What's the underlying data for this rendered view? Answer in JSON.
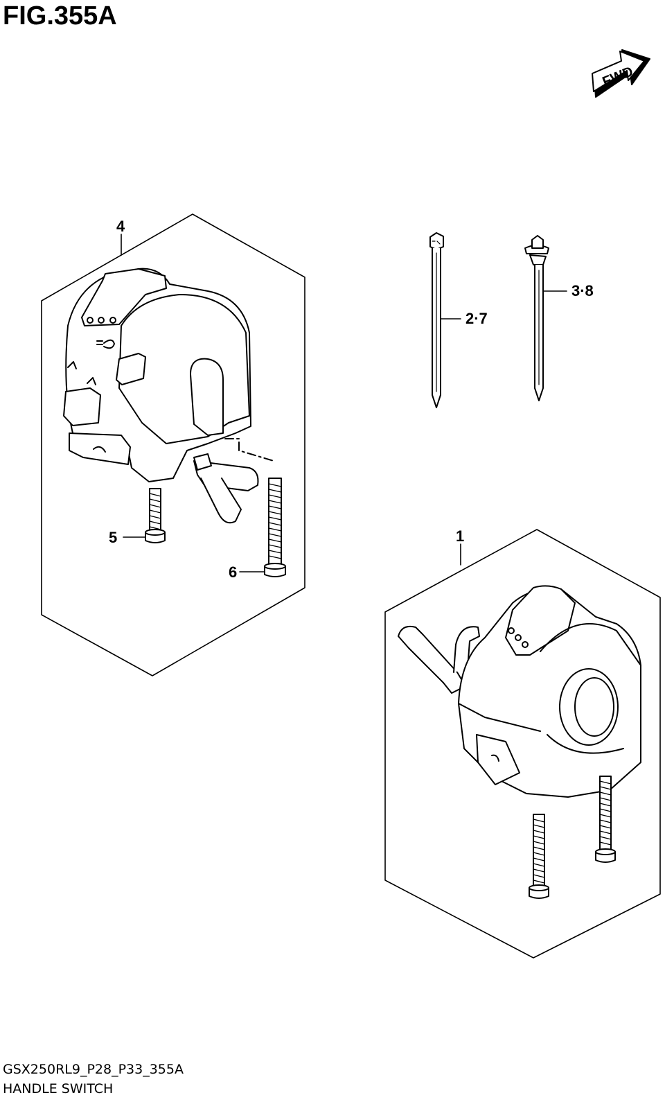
{
  "figure": {
    "title": "FIG.355A",
    "fwd_label": "FWD"
  },
  "callouts": {
    "part_4": "4",
    "part_5": "5",
    "part_6": "6",
    "part_1": "1",
    "tie_a": "2·7",
    "tie_b": "3·8"
  },
  "footer": {
    "code": "GSX250RL9_P28_P33_355A",
    "name": "HANDLE SWITCH"
  }
}
